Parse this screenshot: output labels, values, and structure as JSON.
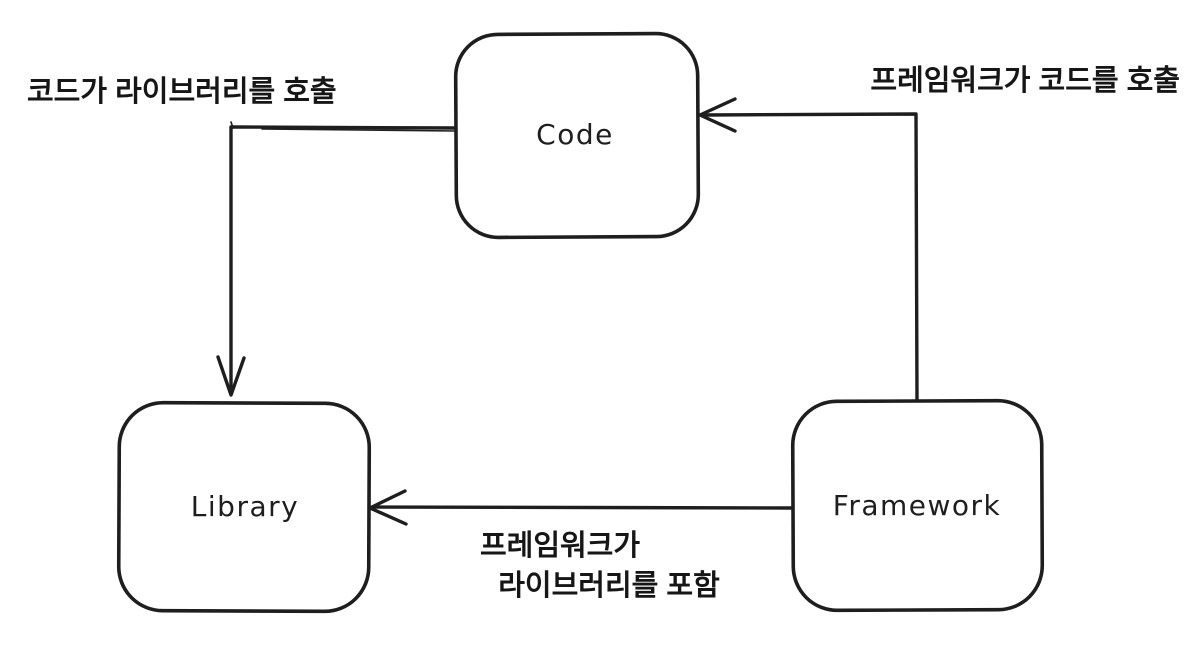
{
  "diagram": {
    "title": "Code vs Library vs Framework relationship diagram",
    "background_color": "#ffffff",
    "stroke_color": "#1e1e1e",
    "nodes": [
      {
        "id": "code",
        "label": "Code"
      },
      {
        "id": "library",
        "label": "Library"
      },
      {
        "id": "framework",
        "label": "Framework"
      }
    ],
    "edges": [
      {
        "from": "code",
        "to": "library",
        "label": "코드가 라이브러리를 호출"
      },
      {
        "from": "framework",
        "to": "code",
        "label": "프레임워크가 코드를 호출"
      },
      {
        "from": "framework",
        "to": "library",
        "label": "프레임워크가 라이브러리를 포함",
        "label_lines": [
          "프레임워크가",
          "라이브러리를 포함"
        ]
      }
    ]
  }
}
